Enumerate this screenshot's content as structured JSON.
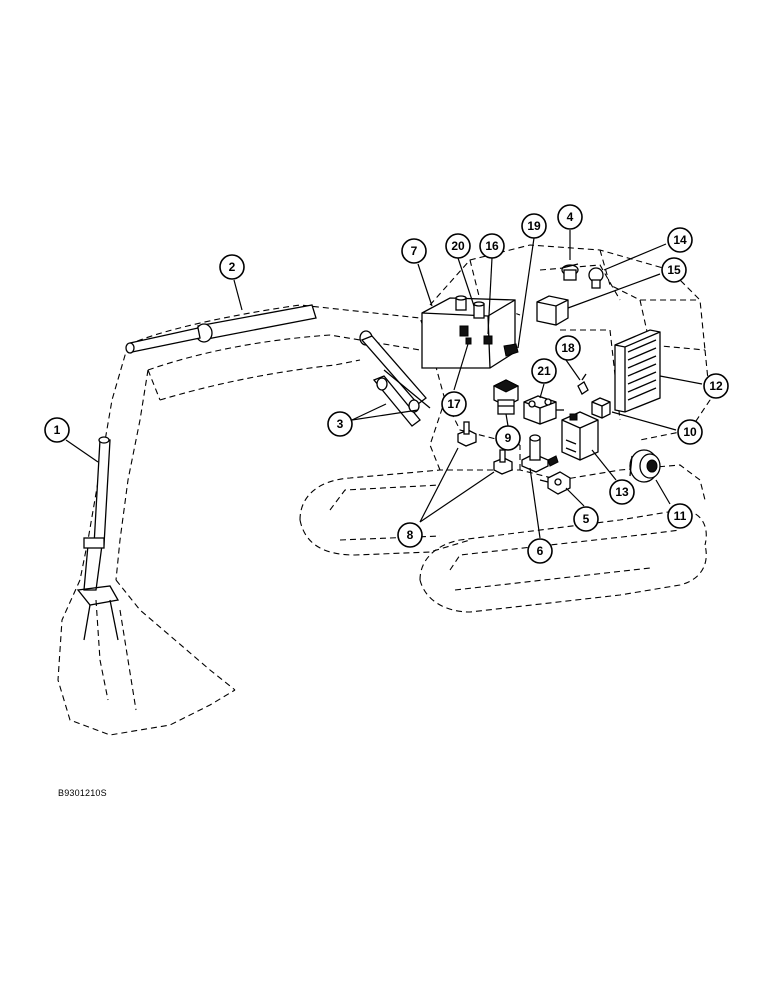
{
  "figure_id": "B9301210S",
  "callouts": [
    {
      "label": "1"
    },
    {
      "label": "2"
    },
    {
      "label": "3"
    },
    {
      "label": "4"
    },
    {
      "label": "5"
    },
    {
      "label": "6"
    },
    {
      "label": "7"
    },
    {
      "label": "8"
    },
    {
      "label": "9"
    },
    {
      "label": "10"
    },
    {
      "label": "11"
    },
    {
      "label": "12"
    },
    {
      "label": "13"
    },
    {
      "label": "14"
    },
    {
      "label": "15"
    },
    {
      "label": "16"
    },
    {
      "label": "17"
    },
    {
      "label": "18"
    },
    {
      "label": "19"
    },
    {
      "label": "20"
    },
    {
      "label": "21"
    }
  ]
}
